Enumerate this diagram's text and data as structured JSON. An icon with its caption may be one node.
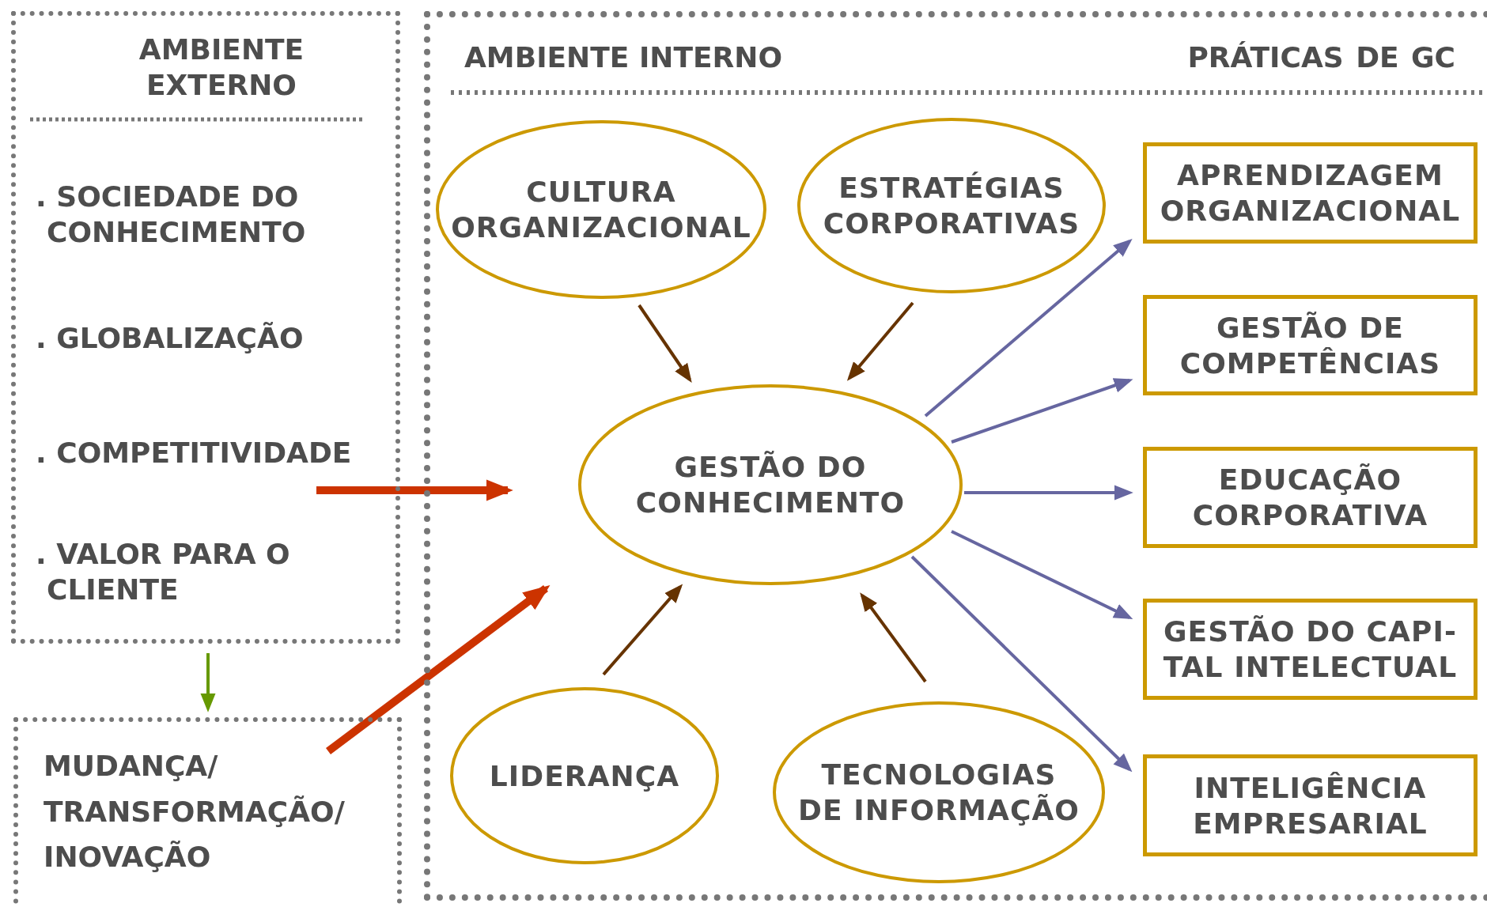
{
  "diagram": {
    "nodes": [
      {
        "text": [
          "AMBIENTE EXTERNO",
          ". SOCIEDADE DO CONHECIMENTO",
          ". GLOBALIZAÇÃO",
          ". COMPETITIVIDADE",
          ". VALOR PARA O CLIENTE"
        ]
      },
      {
        "text": [
          "MUDANÇA/ TRANSFORMAÇÃO/ INOVAÇÃO"
        ]
      },
      {
        "text": [
          "AMBIENTE INTERNO",
          "PRÁTICAS DE GC"
        ]
      },
      {
        "text": [
          "CULTURA ORGANIZACIONAL"
        ],
        "in": 2
      },
      {
        "text": [
          "ESTRATÉGIAS CORPORATIVAS"
        ],
        "in": 2
      },
      {
        "text": [
          "GESTÃO DO CONHECIMENTO"
        ],
        "in": 2
      },
      {
        "text": [
          "LIDERANÇA"
        ],
        "in": 2
      },
      {
        "text": [
          "TECNOLOGIAS DE INFORMAÇÃO"
        ],
        "in": 2
      },
      {
        "text": [
          "APRENDIZAGEM ORGANIZACIONAL"
        ],
        "in": 2
      },
      {
        "text": [
          "GESTÃO DE COMPETÊNCIAS"
        ],
        "in": 2
      },
      {
        "text": [
          "EDUCAÇÃO CORPORATIVA"
        ],
        "in": 2
      },
      {
        "text": [
          "GESTÃO DO CAPI- TAL INTELECTUAL"
        ],
        "in": 2
      },
      {
        "text": [
          "INTELIGÊNCIA EMPRESARIAL"
        ],
        "in": 2
      }
    ],
    "edges": [
      {
        "from": 0,
        "to": 5,
        "arrow": "to",
        "style": "thick",
        "color": "#cc3300"
      },
      {
        "from": 1,
        "to": 5,
        "arrow": "to",
        "style": "thick",
        "color": "#cc3300"
      },
      {
        "from": 0,
        "to": 1,
        "arrow": "to",
        "color": "#669900"
      },
      {
        "from": 3,
        "to": 5,
        "arrow": "to",
        "color": "#663300"
      },
      {
        "from": 4,
        "to": 5,
        "arrow": "to",
        "color": "#663300"
      },
      {
        "from": 6,
        "to": 5,
        "arrow": "to",
        "color": "#663300"
      },
      {
        "from": 7,
        "to": 5,
        "arrow": "to",
        "color": "#663300"
      },
      {
        "from": 5,
        "to": 8,
        "arrow": "to"
      },
      {
        "from": 5,
        "to": 9,
        "arrow": "to"
      },
      {
        "from": 5,
        "to": 10,
        "arrow": "to"
      },
      {
        "from": 5,
        "to": 11,
        "arrow": "to"
      },
      {
        "from": 5,
        "to": 12,
        "arrow": "to"
      }
    ]
  }
}
